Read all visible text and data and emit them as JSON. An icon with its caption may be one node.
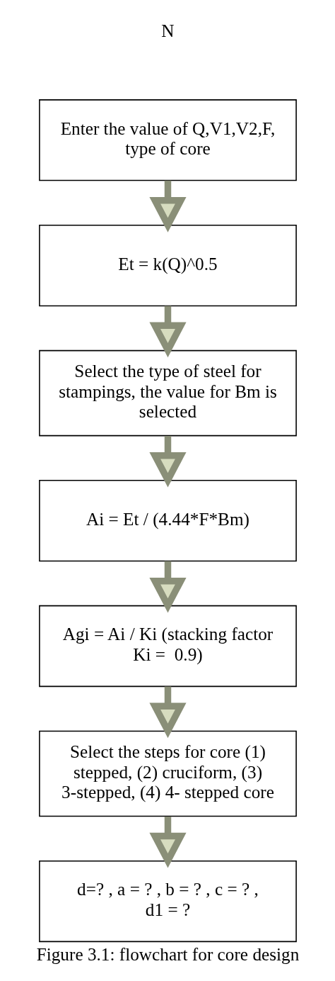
{
  "diagram": {
    "caption": "Figure 3.1: flowchart for core design",
    "nodes": [
      {
        "text": [
          "Enter the value of Q,V1,V2,F, type of core"
        ]
      },
      {
        "text": [
          "Et = k(Q)^0.5"
        ]
      },
      {
        "text": [
          "Select the type of steel for stampings, the value for Bm is selected"
        ]
      },
      {
        "text": [
          "Ai = Et / (4.44*F*Bm)"
        ]
      },
      {
        "text": [
          "Agi = Ai / Ki (stacking factor Ki =  0.9)"
        ]
      },
      {
        "text": [
          "Select the steps for core (1) stepped, (2) cruciform, (3) 3-stepped, (4) 4- stepped core"
        ]
      },
      {
        "text": [
          "d=? , a = ? , b = ? , c = ? , d1 = ?"
        ]
      }
    ],
    "edges": [
      {
        "from": 0,
        "to": 1,
        "arrow": "to"
      },
      {
        "from": 1,
        "to": 2,
        "arrow": "to"
      },
      {
        "from": 2,
        "to": 3,
        "arrow": "to"
      },
      {
        "from": 3,
        "to": 4,
        "arrow": "to"
      },
      {
        "from": 4,
        "to": 5,
        "arrow": "to"
      },
      {
        "from": 5,
        "to": 6,
        "arrow": "to"
      }
    ],
    "labels": [
      "N"
    ]
  }
}
